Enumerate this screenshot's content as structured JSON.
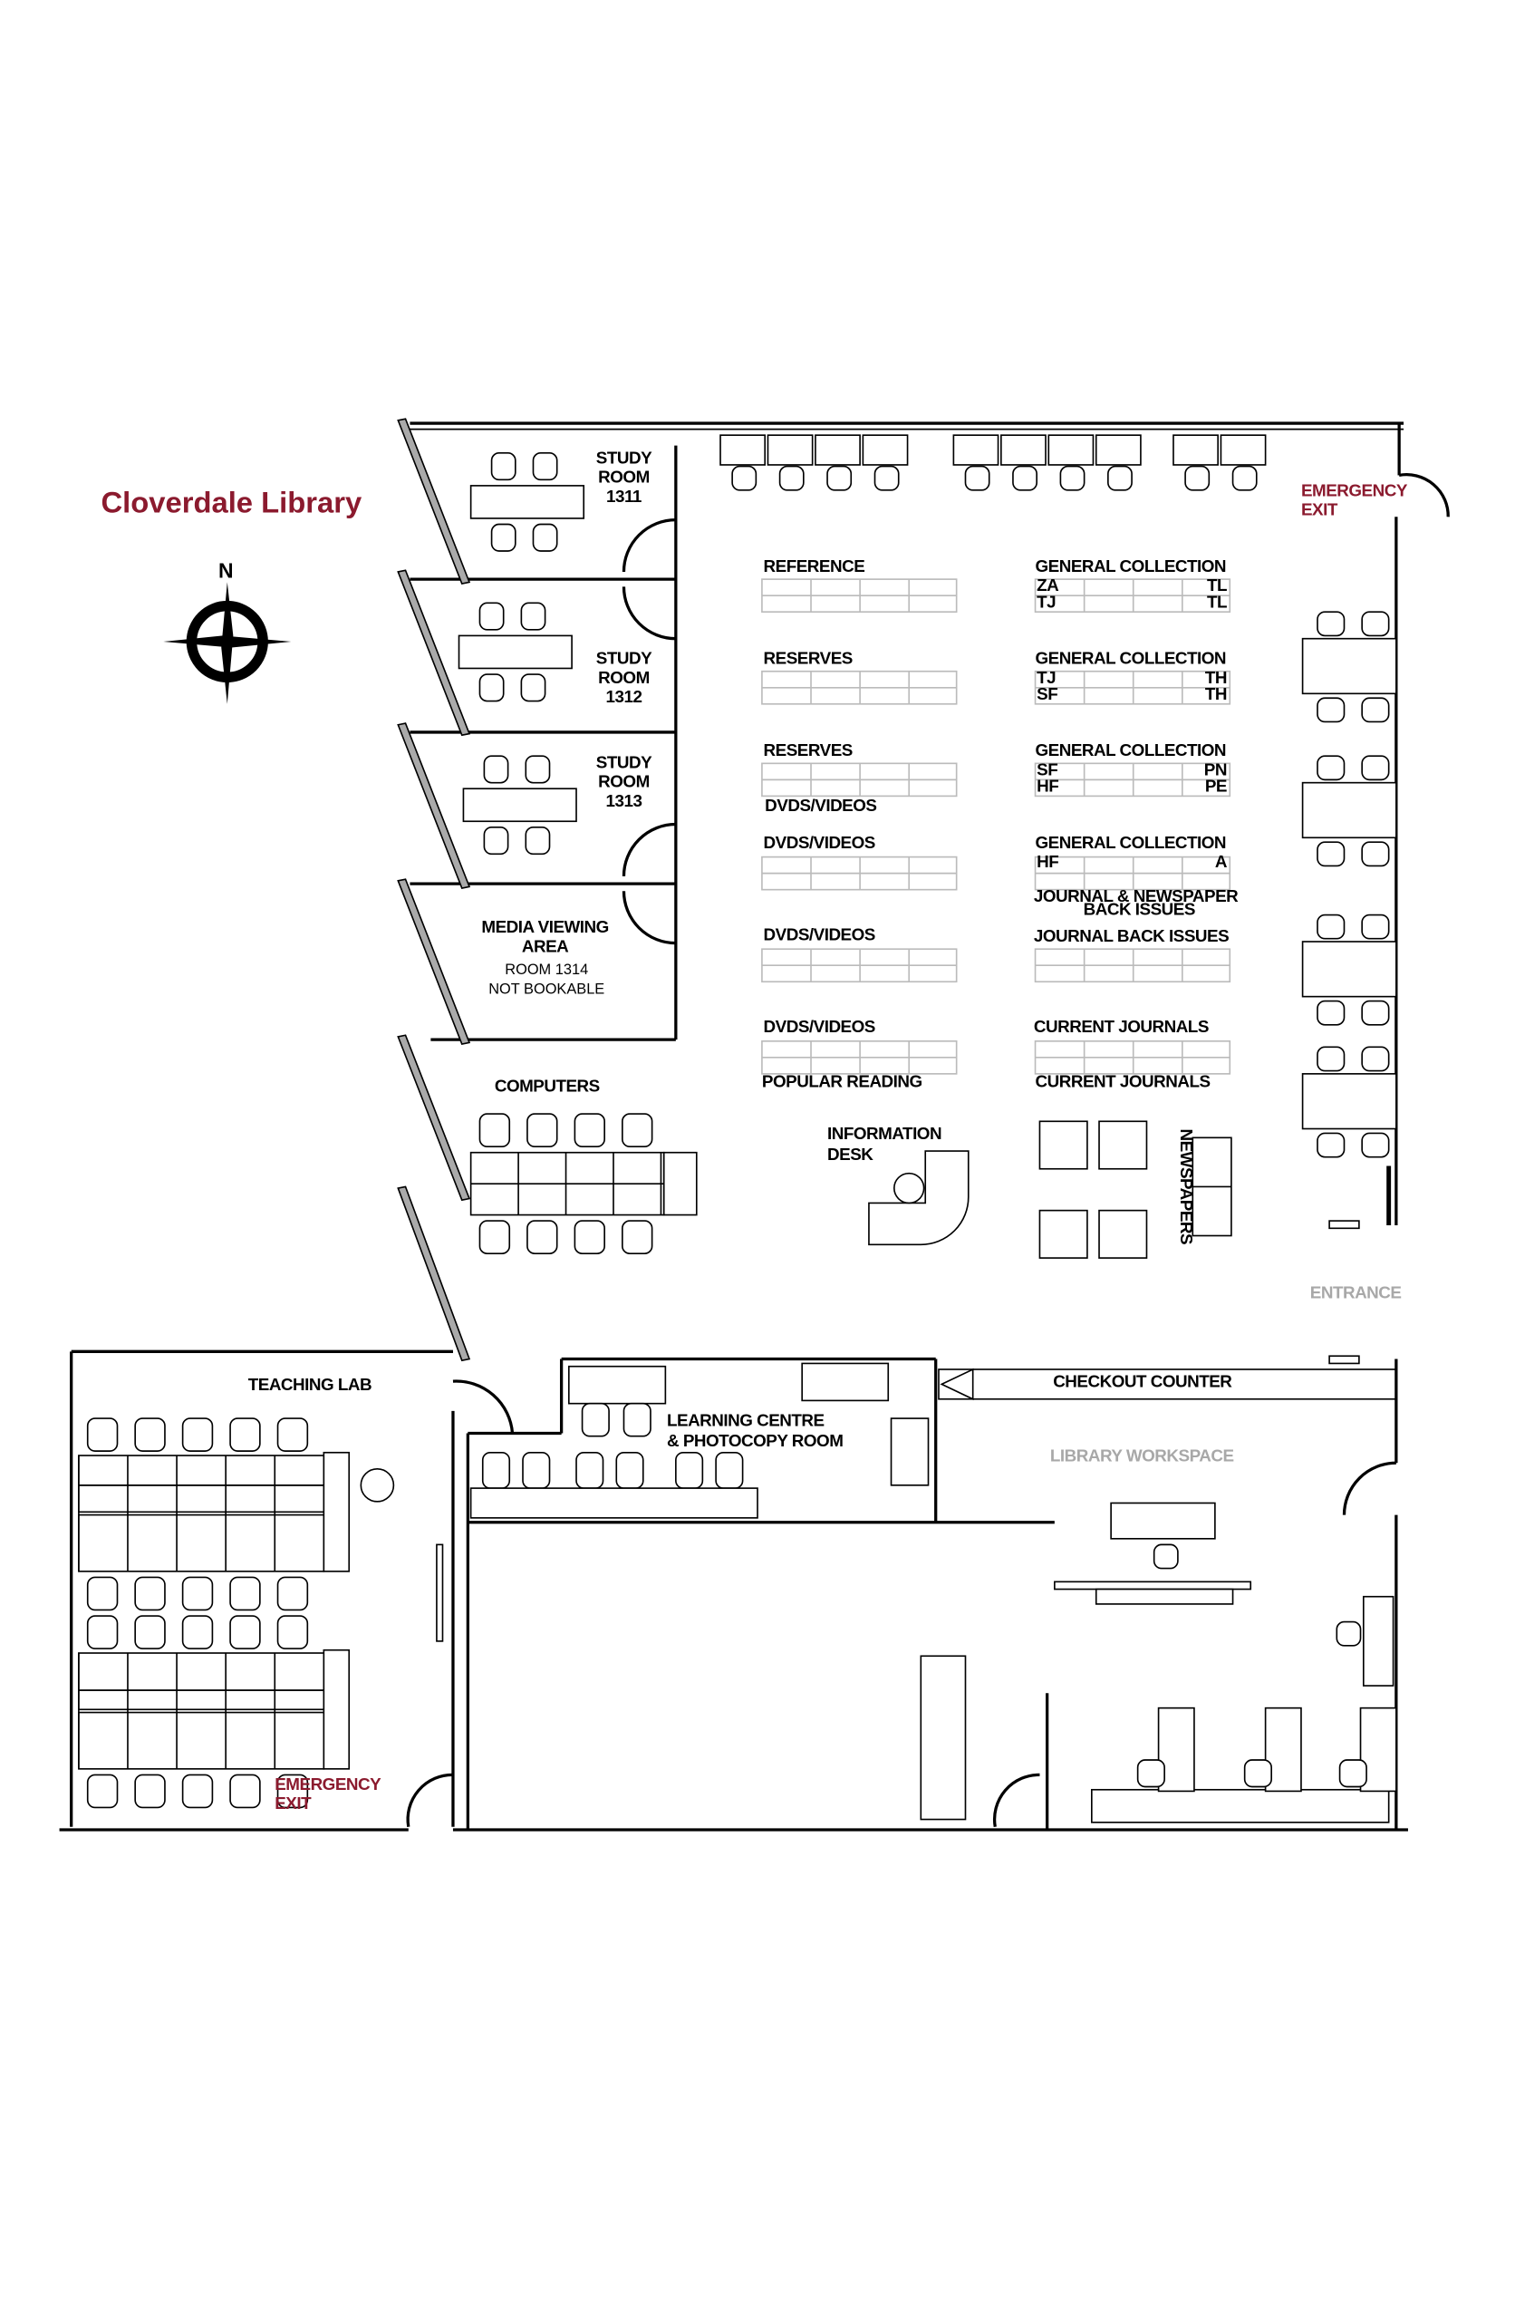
{
  "title": "Cloverdale Library",
  "compass": {
    "north_label": "N"
  },
  "colors": {
    "brand": "#8b1a2e",
    "muted": "#a8a8a8"
  },
  "rooms": {
    "study_1311": [
      "STUDY",
      "ROOM",
      "1311"
    ],
    "study_1312": [
      "STUDY",
      "ROOM",
      "1312"
    ],
    "study_1313": [
      "STUDY",
      "ROOM",
      "1313"
    ],
    "media": {
      "line1": "MEDIA VIEWING",
      "line2": "AREA",
      "room": "ROOM 1314",
      "note": "NOT BOOKABLE"
    },
    "computers": "COMPUTERS",
    "teaching_lab": "TEACHING LAB",
    "learning_centre": [
      "LEARNING CENTRE",
      "& PHOTOCOPY ROOM"
    ],
    "checkout_counter": "CHECKOUT COUNTER",
    "library_workspace": "LIBRARY WORKSPACE",
    "information_desk": [
      "INFORMATION",
      "DESK"
    ],
    "newspapers": "NEWSPAPERS",
    "entrance": "ENTRANCE"
  },
  "emergency_exits": {
    "north_east": [
      "EMERGENCY",
      "EXIT"
    ],
    "teaching_lab": [
      "EMERGENCY",
      "EXIT"
    ]
  },
  "shelves_left": [
    {
      "above": "REFERENCE",
      "below": ""
    },
    {
      "above": "RESERVES",
      "below": ""
    },
    {
      "above": "RESERVES",
      "below": "DVDS/VIDEOS"
    },
    {
      "above": "DVDS/VIDEOS",
      "below": ""
    },
    {
      "above": "DVDS/VIDEOS",
      "below": ""
    },
    {
      "above": "DVDS/VIDEOS",
      "below": "POPULAR READING"
    }
  ],
  "shelves_right": [
    {
      "above": "GENERAL COLLECTION",
      "top_left": "ZA",
      "top_right": "TL",
      "bottom_left": "TJ",
      "bottom_right": "TL"
    },
    {
      "above": "GENERAL COLLECTION",
      "top_left": "TJ",
      "top_right": "TH",
      "bottom_left": "SF",
      "bottom_right": "TH"
    },
    {
      "above": "GENERAL COLLECTION",
      "top_left": "SF",
      "top_right": "PN",
      "bottom_left": "HF",
      "bottom_right": "PE"
    },
    {
      "above": "GENERAL COLLECTION",
      "top_left": "HF",
      "top_right": "A",
      "bottom_left": "",
      "bottom_right": ""
    },
    {
      "above": "JOURNAL BACK ISSUES",
      "below": "",
      "header1": "JOURNAL & NEWSPAPER",
      "header2": "BACK ISSUES"
    },
    {
      "above": "CURRENT JOURNALS",
      "below": "CURRENT JOURNALS"
    }
  ]
}
